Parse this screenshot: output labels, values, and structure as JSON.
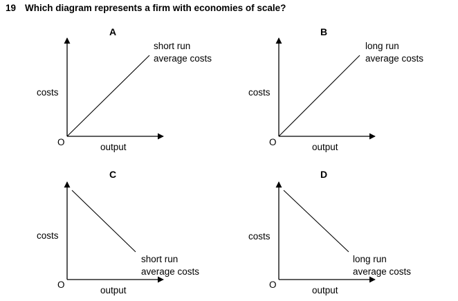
{
  "question": {
    "number": "19",
    "text": "Which diagram represents a firm with economies of scale?"
  },
  "panels": [
    {
      "key": "A",
      "label": "A",
      "ylabel": "costs",
      "xlabel": "output",
      "origin": "O",
      "curve_label": [
        "short run",
        "average costs"
      ],
      "slope": "rising"
    },
    {
      "key": "B",
      "label": "B",
      "ylabel": "costs",
      "xlabel": "output",
      "origin": "O",
      "curve_label": [
        "long run",
        "average costs"
      ],
      "slope": "rising"
    },
    {
      "key": "C",
      "label": "C",
      "ylabel": "costs",
      "xlabel": "output",
      "origin": "O",
      "curve_label": [
        "short run",
        "average costs"
      ],
      "slope": "falling"
    },
    {
      "key": "D",
      "label": "D",
      "ylabel": "costs",
      "xlabel": "output",
      "origin": "O",
      "curve_label": [
        "long run",
        "average costs"
      ],
      "slope": "falling"
    }
  ]
}
